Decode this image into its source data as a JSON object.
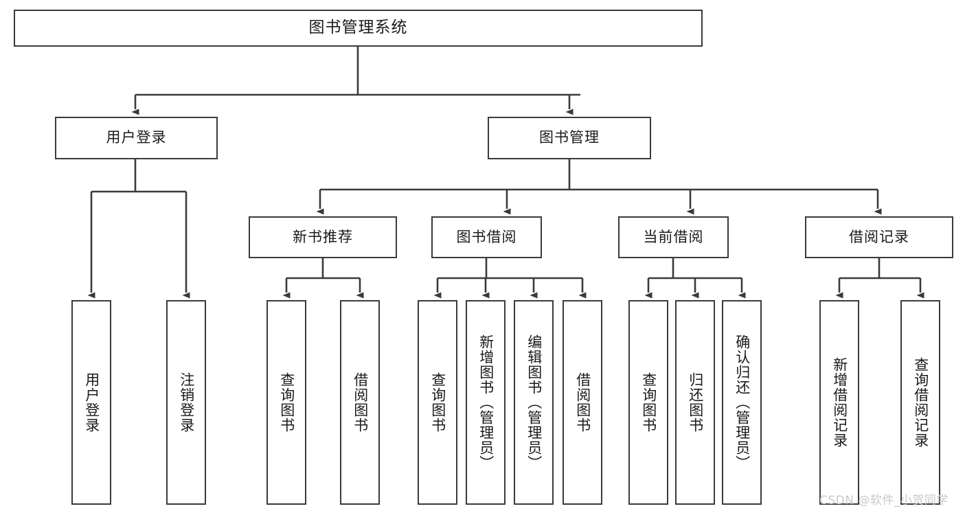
{
  "diagram": {
    "title": "图书管理系统",
    "watermark": "CSDN @软件_小贺同学",
    "line_color": "#3a3a3a",
    "box_fill": "#ffffff",
    "text_color": "#1a1a1a",
    "watermark_color": "#c9c9c9",
    "nodes": {
      "root": "图书管理系统",
      "level1": {
        "user_login": "用户登录",
        "book_manage": "图书管理"
      },
      "level2": {
        "new_book_recommend": "新书推荐",
        "book_borrow": "图书借阅",
        "current_borrow": "当前借阅",
        "borrow_record": "借阅记录"
      },
      "leaves": {
        "user_login_1": "用户登录",
        "user_login_2": "注销登录",
        "recommend_1": "查询图书",
        "recommend_2": "借阅图书",
        "borrow_1": "查询图书",
        "borrow_2": "新增图书（管理员）",
        "borrow_3": "编辑图书（管理员）",
        "borrow_4": "借阅图书",
        "current_1": "查询图书",
        "current_2": "归还图书",
        "current_3": "确认归还（管理员）",
        "record_1": "新增借阅记录",
        "record_2": "查询借阅记录"
      }
    }
  }
}
